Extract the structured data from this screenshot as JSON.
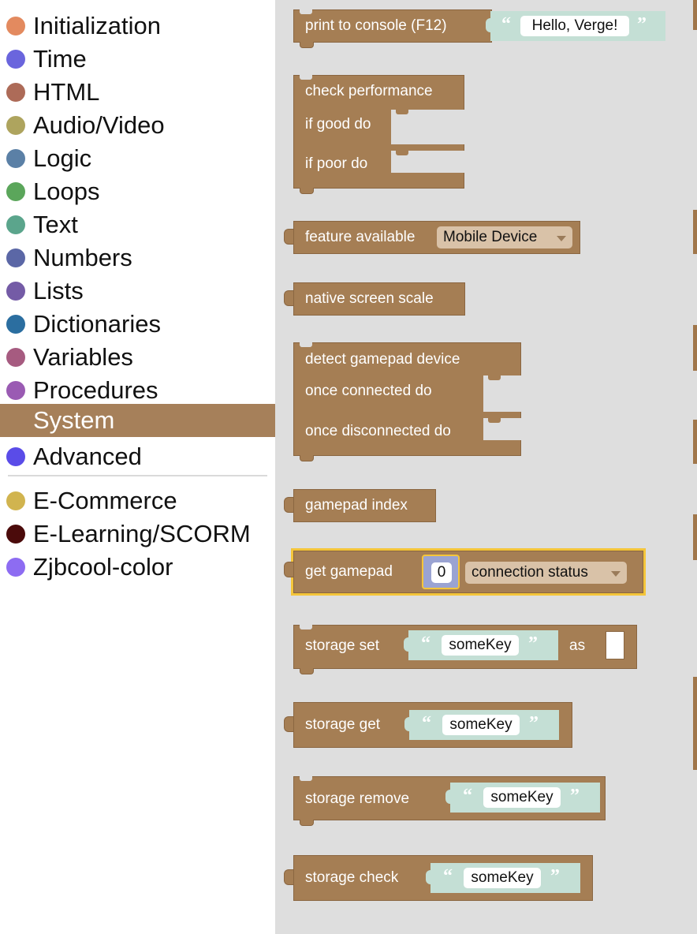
{
  "toolbox": {
    "categories": [
      {
        "label": "Initialization",
        "color": "#e38a5f"
      },
      {
        "label": "Time",
        "color": "#6a65dd"
      },
      {
        "label": "HTML",
        "color": "#ad6b58"
      },
      {
        "label": "Audio/Video",
        "color": "#aea45e"
      },
      {
        "label": "Logic",
        "color": "#5b80a6"
      },
      {
        "label": "Loops",
        "color": "#5ba65b"
      },
      {
        "label": "Text",
        "color": "#5ba58c"
      },
      {
        "label": "Numbers",
        "color": "#5b67a6"
      },
      {
        "label": "Lists",
        "color": "#745ba6"
      },
      {
        "label": "Dictionaries",
        "color": "#2b6ea0"
      },
      {
        "label": "Variables",
        "color": "#a65b80"
      },
      {
        "label": "Procedures",
        "color": "#9a5bb3"
      },
      {
        "label": "System",
        "color": "#a6805a",
        "selected": true
      },
      {
        "label": "Advanced",
        "color": "#5a4ce8"
      },
      {
        "label": "E-Commerce",
        "color": "#d1b44f"
      },
      {
        "label": "E-Learning/SCORM",
        "color": "#4b0b0b"
      },
      {
        "label": "Zjbcool-color",
        "color": "#8d6cf2"
      }
    ]
  },
  "flyout": {
    "block_color": "#a57e54",
    "string_color": "#c4dfd5",
    "blocks": {
      "print": {
        "label": "print to console (F12)",
        "value": "Hello, Verge!"
      },
      "perf": {
        "label": "check performance",
        "good": "if good do",
        "poor": "if poor do"
      },
      "feature": {
        "label": "feature available",
        "option": "Mobile Device"
      },
      "scale": {
        "label": "native screen scale"
      },
      "gamepad_detect": {
        "label": "detect gamepad device",
        "connected": "once connected do",
        "disconnected": "once disconnected do"
      },
      "gamepad_index": {
        "label": "gamepad index"
      },
      "get_gamepad": {
        "label": "get gamepad",
        "index": "0",
        "option": "connection status"
      },
      "storage_set": {
        "label": "storage set",
        "key": "someKey",
        "as": "as"
      },
      "storage_get": {
        "label": "storage get",
        "key": "someKey"
      },
      "storage_remove": {
        "label": "storage remove",
        "key": "someKey"
      },
      "storage_check": {
        "label": "storage check",
        "key": "someKey"
      }
    }
  }
}
